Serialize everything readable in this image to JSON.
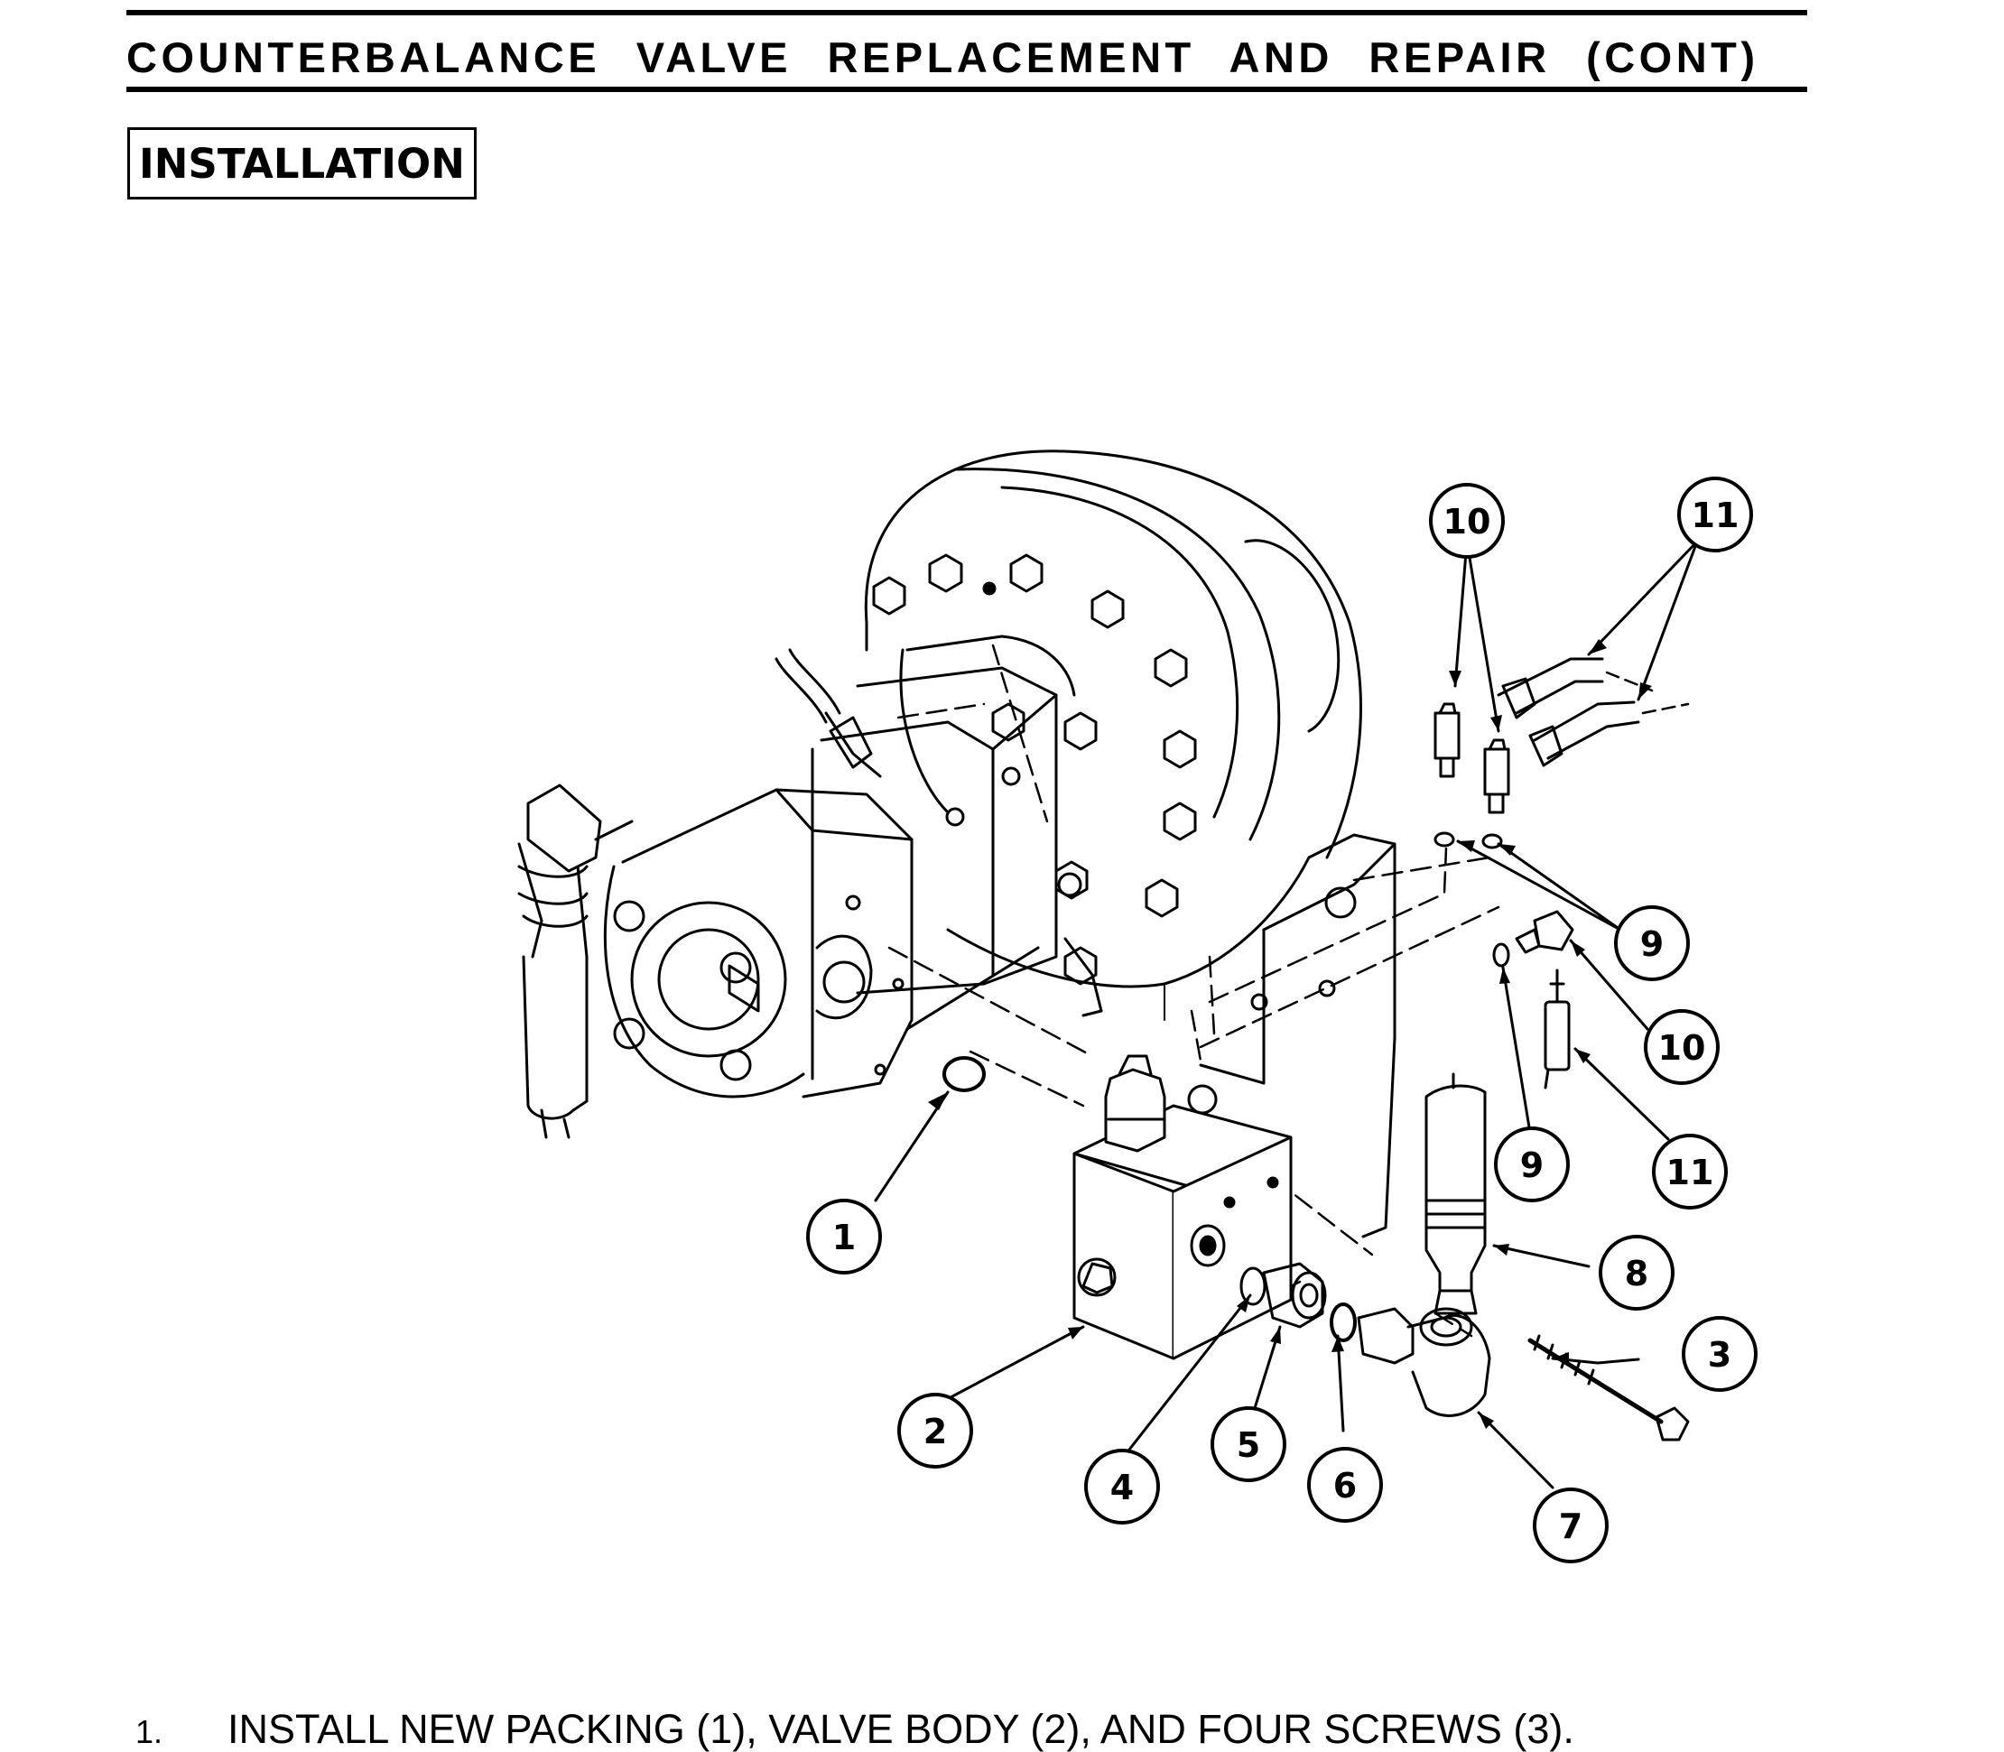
{
  "header": {
    "title": "COUNTERBALANCE VALVE REPLACEMENT AND REPAIR (CONT)"
  },
  "section": {
    "label": "INSTALLATION"
  },
  "figure": {
    "callouts": [
      "1",
      "2",
      "3",
      "4",
      "5",
      "6",
      "7",
      "8",
      "9",
      "9",
      "10",
      "10",
      "11",
      "11"
    ]
  },
  "steps": [
    {
      "number": "1.",
      "text": "INSTALL NEW PACKING (1), VALVE BODY  (2), AND FOUR SCREWS (3)."
    }
  ]
}
